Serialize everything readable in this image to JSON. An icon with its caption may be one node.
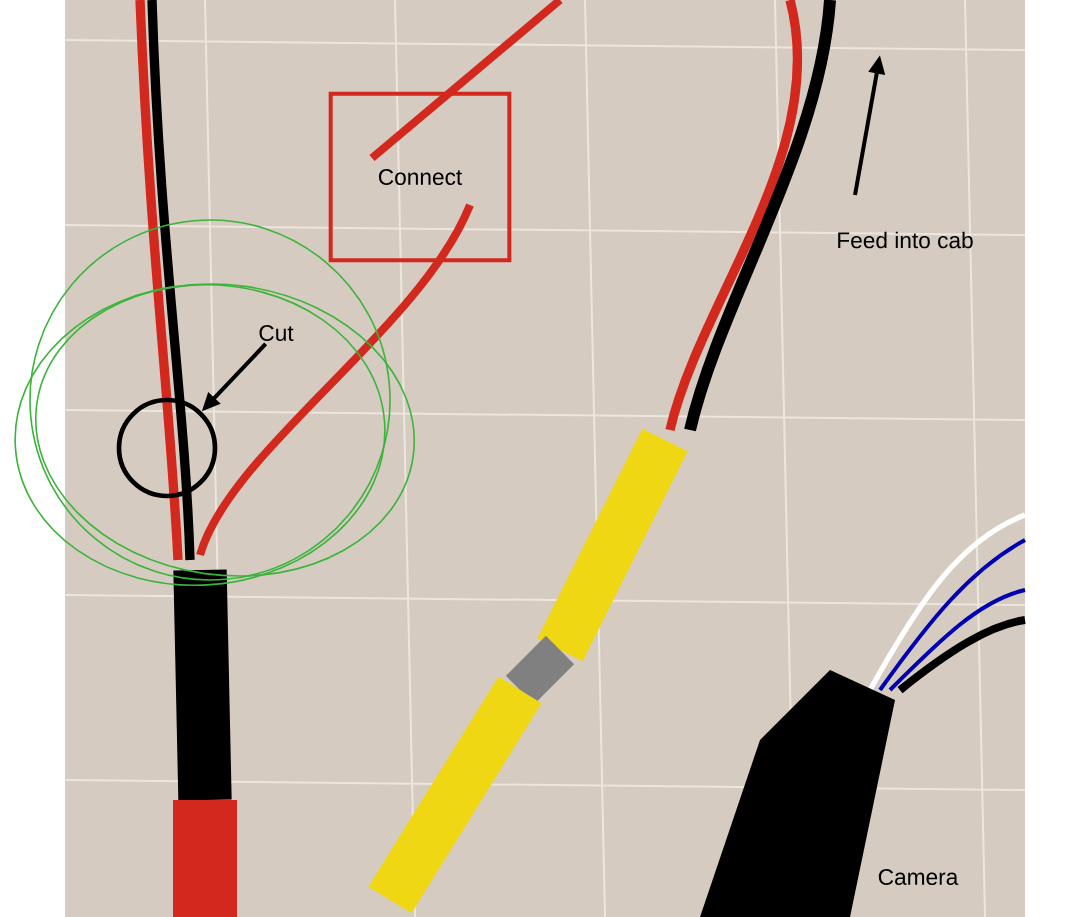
{
  "diagram": {
    "nodes": [
      {
        "text": [
          "Connect"
        ]
      },
      {
        "text": [
          "Cut"
        ]
      },
      {
        "text": [],
        "shape": "circle"
      }
    ],
    "edges": [
      {
        "from": 1,
        "to": 2,
        "arrow": "to"
      }
    ],
    "labels": [
      "Feed into cab",
      "Camera"
    ]
  }
}
